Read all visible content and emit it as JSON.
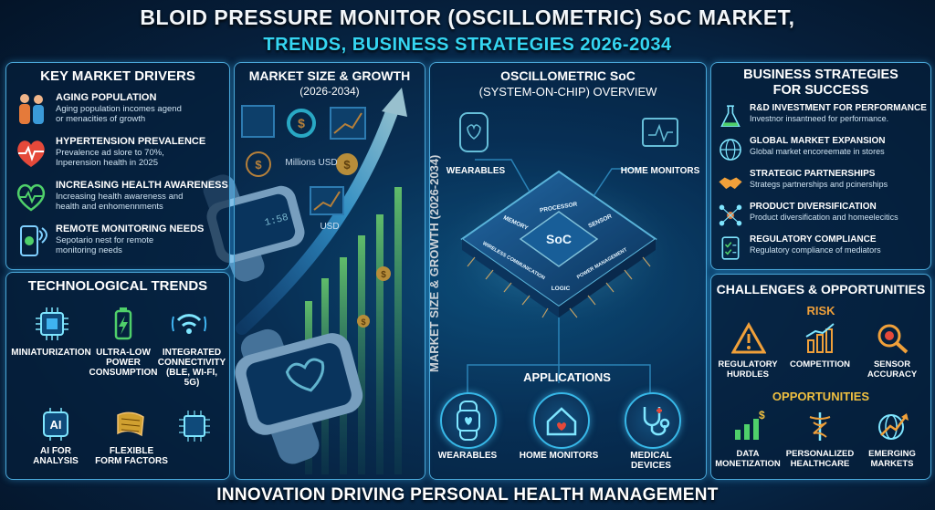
{
  "title": {
    "line1": "BLOID PRESSURE MONITOR (OSCILLOMETRIC) SoC MARKET,",
    "line2": "TRENDS, BUSINESS STRATEGIES 2026-2034"
  },
  "footer": "INNOVATION DRIVING PERSONAL HEALTH MANAGEMENT",
  "drivers": {
    "heading": "KEY MARKET DRIVERS",
    "items": [
      {
        "title": "AGING POPULATION",
        "text": "Aging population incomes agend\nor menacities of growth",
        "icon": "elderly-couple-icon"
      },
      {
        "title": "HYPERTENSION PREVALENCE",
        "text": "Prevalence ad slore to 70%,\nInperension health in 2025",
        "icon": "heart-pulse-icon"
      },
      {
        "title": "INCREASING HEALTH AWARENESS",
        "text": "Increasing health awareness and\nhealth and enhomennments",
        "icon": "heartbeat-icon"
      },
      {
        "title": "REMOTE MONITORING NEEDS",
        "text": "Sepotario nest for remote\nmonitoring needs",
        "icon": "remote-phone-icon"
      }
    ]
  },
  "tech": {
    "heading": "TECHNOLOGICAL TRENDS",
    "items": [
      {
        "label": "MINIATURIZATION",
        "icon": "chip-icon"
      },
      {
        "label": "ULTRA-LOW\nPOWER\nCONSUMPTION",
        "icon": "battery-icon"
      },
      {
        "label": "INTEGRATED\nCONNECTIVITY\n(BLE, WI-FI,\n5G)",
        "icon": "wifi-icon"
      },
      {
        "label": "AI FOR\nANALYSIS",
        "icon": "ai-chip-icon"
      },
      {
        "label": "FLEXIBLE\nFORM FACTORS",
        "icon": "flexible-circuit-icon"
      },
      {
        "label": "",
        "icon": "processor-icon"
      }
    ]
  },
  "market": {
    "heading": "MARKET SIZE & GROWTH",
    "years": "(2026-2034)",
    "millions": "Millions USD",
    "usd": "USD",
    "vertical": "MARKET SIZE & GROWTH (2026-2034)"
  },
  "soc": {
    "heading_line1": "OSCILLOMETRIC SoC",
    "heading_line2": "(SYSTEM-ON-CHIP) OVERVIEW",
    "wearables": "WEARABLES",
    "home_monitors": "HOME MONITORS",
    "chip_center": "SoC",
    "chip_blocks": [
      "PROCESSOR",
      "MEMORY",
      "WIRELESS COMMUNICATION",
      "POWER MANAGEMENT",
      "LOGIC",
      "SENSOR"
    ]
  },
  "applications": {
    "heading": "APPLICATIONS",
    "items": [
      {
        "label": "WEARABLES",
        "icon": "smartwatch-icon"
      },
      {
        "label": "HOME MONITORS",
        "icon": "home-heart-icon"
      },
      {
        "label": "MEDICAL\nDEVICES",
        "icon": "stethoscope-icon"
      }
    ]
  },
  "strategies": {
    "heading_line1": "BUSINESS STRATEGIES",
    "heading_line2": "FOR SUCCESS",
    "items": [
      {
        "title": "R&D INVESTMENT FOR PERFORMANCE",
        "text": "Investnor insantneed for performance.",
        "icon": "lab-flask-icon"
      },
      {
        "title": "GLOBAL MARKET EXPANSION",
        "text": "Global market encoreemate in stores",
        "icon": "globe-icon"
      },
      {
        "title": "STRATEGIC PARTNERSHIPS",
        "text": "Strategs partnerships and pcinerships",
        "icon": "handshake-icon"
      },
      {
        "title": "PRODUCT DIVERSIFICATION",
        "text": "Product diversification and homeelecitics",
        "icon": "network-icon"
      },
      {
        "title": "REGULATORY COMPLIANCE",
        "text": "Regulatory compliance of mediators",
        "icon": "checklist-icon"
      }
    ]
  },
  "challenges": {
    "heading": "CHALLENGES & OPPORTUNITIES",
    "risk_heading": "RISK",
    "risks": [
      {
        "label": "REGULATORY\nHURDLES",
        "icon": "warning-icon"
      },
      {
        "label": "COMPETITION",
        "icon": "bar-chart-icon"
      },
      {
        "label": "SENSOR\nACCURACY",
        "icon": "magnifier-icon"
      }
    ],
    "opp_heading": "OPPORTUNITIES",
    "opportunities": [
      {
        "label": "DATA\nMONETIZATION",
        "icon": "money-chart-icon"
      },
      {
        "label": "PERSONALIZED\nHEALTHCARE",
        "icon": "caduceus-icon"
      },
      {
        "label": "EMERGING\nMARKETS",
        "icon": "globe-arrow-icon"
      }
    ]
  },
  "colors": {
    "accent": "#35d6f2",
    "border": "#4aa7d8",
    "background": "#06213d",
    "orange": "#f0a03a",
    "red": "#e5493a"
  }
}
